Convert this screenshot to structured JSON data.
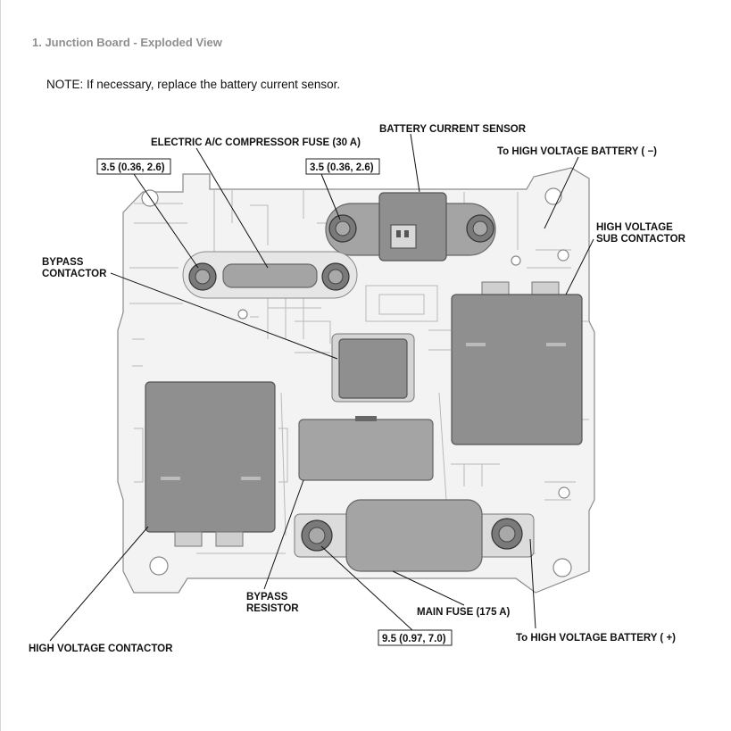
{
  "header": {
    "title": "1. Junction Board - Exploded View",
    "note": "NOTE: If necessary, replace the battery current sensor."
  },
  "labels": {
    "battery_current_sensor": "BATTERY CURRENT SENSOR",
    "compressor_fuse": "ELECTRIC A/C COMPRESSOR FUSE (30 A)",
    "to_hv_battery_neg": "To HIGH VOLTAGE BATTERY ( −)",
    "hv_sub_contactor_l1": "HIGH VOLTAGE",
    "hv_sub_contactor_l2": "SUB CONTACTOR",
    "bypass_contactor_l1": "BYPASS",
    "bypass_contactor_l2": "CONTACTOR",
    "bypass_resistor_l1": "BYPASS",
    "bypass_resistor_l2": "RESISTOR",
    "main_fuse": "MAIN FUSE (175 A)",
    "to_hv_battery_pos": "To HIGH VOLTAGE BATTERY ( +)",
    "hv_contactor": "HIGH VOLTAGE CONTACTOR"
  },
  "torques": {
    "compressor_fuse_bolt": "3.5 (0.36, 2.6)",
    "sensor_bolt": "3.5 (0.36, 2.6)",
    "main_fuse_bolt": "9.5 (0.97, 7.0)"
  }
}
